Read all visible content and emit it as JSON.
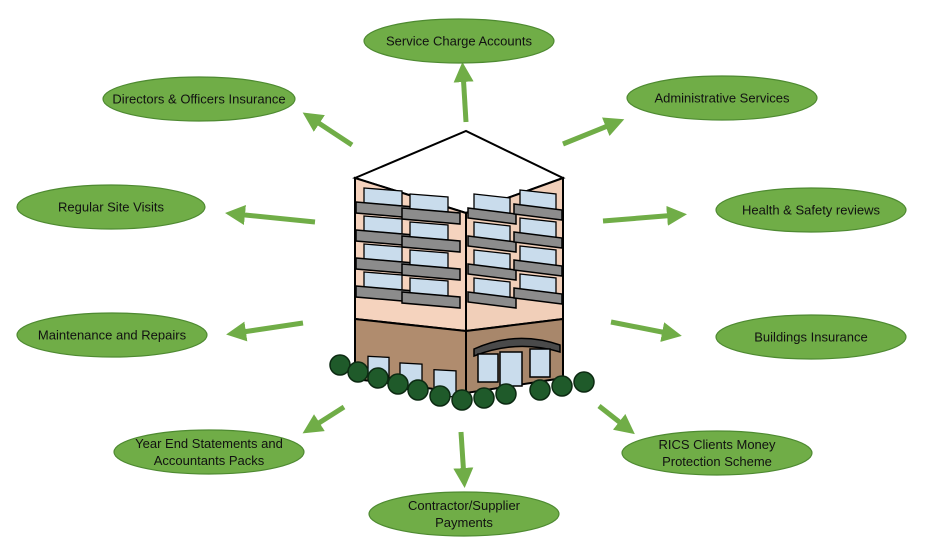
{
  "diagram": {
    "central_image": "apartment-building-icon",
    "colors": {
      "node_fill": "#70AD47",
      "node_stroke": "#4E8A31",
      "arrow": "#70AD47",
      "text": "#111111"
    },
    "nodes": [
      {
        "id": "service-charge-accounts",
        "lines": [
          "Service Charge Accounts"
        ]
      },
      {
        "id": "directors-officers-insurance",
        "lines": [
          "Directors & Officers Insurance"
        ]
      },
      {
        "id": "administrative-services",
        "lines": [
          "Administrative Services"
        ]
      },
      {
        "id": "regular-site-visits",
        "lines": [
          "Regular Site Visits"
        ]
      },
      {
        "id": "health-safety-reviews",
        "lines": [
          "Health & Safety reviews"
        ]
      },
      {
        "id": "maintenance-and-repairs",
        "lines": [
          "Maintenance and Repairs"
        ]
      },
      {
        "id": "buildings-insurance",
        "lines": [
          "Buildings Insurance"
        ]
      },
      {
        "id": "year-end-statements",
        "lines": [
          "Year End Statements and",
          "Accountants Packs"
        ]
      },
      {
        "id": "rics-clients-money",
        "lines": [
          "RICS Clients Money",
          "Protection Scheme"
        ]
      },
      {
        "id": "contractor-supplier-payments",
        "lines": [
          "Contractor/Supplier",
          "Payments"
        ]
      }
    ]
  }
}
